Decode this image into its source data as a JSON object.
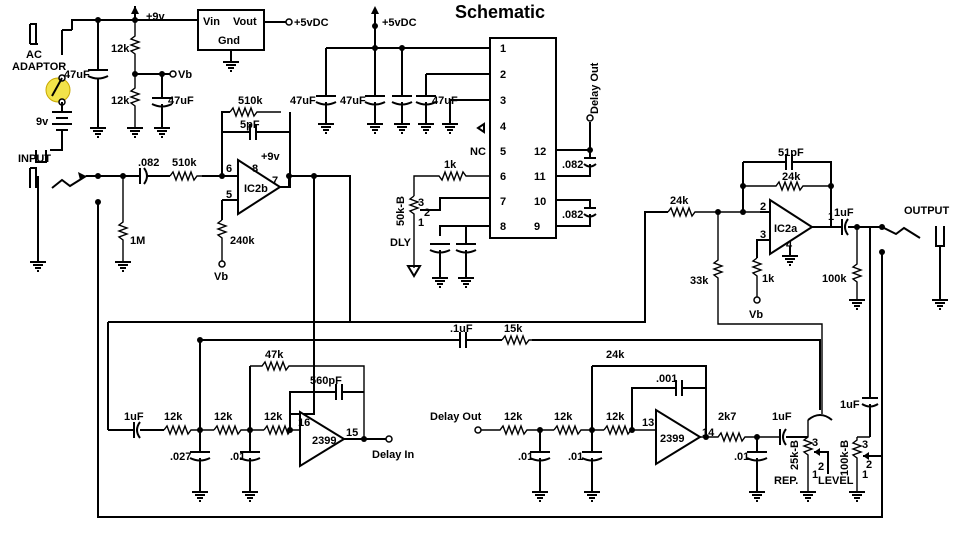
{
  "title": "Schematic",
  "power": {
    "adaptor_label_1": "AC",
    "adaptor_label_2": "ADAPTOR",
    "battery": "9v",
    "rail_9v": "+9v",
    "reg_in": "Vin",
    "reg_out": "Vout",
    "reg_gnd": "Gnd",
    "out_5v": "+5vDC",
    "r_top": "12k",
    "r_bot": "12k",
    "vb": "Vb",
    "c_supply": "47uF",
    "c_vb": "47uF"
  },
  "input_stage": {
    "input_label": "INPUT",
    "c_in": ".082",
    "r_in": "510k",
    "r_bias": "1M",
    "r_fb": "510k",
    "c_fb": "5pF",
    "opamp": "IC2b",
    "pin_inv": "6",
    "pin_noninv": "5",
    "pin_out": "7",
    "pin_vcc": "8",
    "supply": "+9v",
    "r_vb": "240k",
    "vb": "Vb"
  },
  "delay_chip": {
    "supply": "+5vDC",
    "c1": "47uF",
    "c2": "47uF",
    "c3": "47uF",
    "delay_out": "Delay Out",
    "nc": "NC",
    "left_pins": [
      "1",
      "2",
      "3",
      "4",
      "5",
      "6",
      "7",
      "8"
    ],
    "right_pins": [
      "12",
      "11",
      "10",
      "9"
    ],
    "c_12_11": ".082",
    "c_10_9": ".082",
    "r_6": "1k",
    "pot": "50k-B",
    "pot_name": "DLY",
    "pot_pins": [
      "3",
      "2",
      "1"
    ]
  },
  "output_stage": {
    "r_in": "24k",
    "r_fb": "24k",
    "c_fb": "51pF",
    "opamp": "IC2a",
    "pin_inv": "2",
    "pin_noninv": "3",
    "pin_out": "1",
    "pin_gnd": "4",
    "r_shunt": "33k",
    "r_vb": "1k",
    "vb": "Vb",
    "c_out": "1uF",
    "r_out": "100k",
    "output_label": "OUTPUT"
  },
  "feedback": {
    "c": ".1uF",
    "r": "15k",
    "r_top": "24k"
  },
  "filter_in": {
    "c_in": "1uF",
    "r1": "12k",
    "r2": "12k",
    "r3": "12k",
    "r_fb": "47k",
    "c_fb": "560pF",
    "c1": ".027",
    "c2": ".01",
    "chip": "2399",
    "pin_in": "16",
    "pin_out": "15",
    "out_label": "Delay In"
  },
  "filter_out": {
    "in_label": "Delay Out",
    "r1": "12k",
    "r2": "12k",
    "r3": "12k",
    "c_fb": ".001",
    "c1": ".01",
    "c2": ".01",
    "chip": "2399",
    "pin_in": "13",
    "pin_out": "14",
    "r_out": "2k7",
    "c_out": "1uF",
    "c_shunt": ".01",
    "c_level": "1uF",
    "pot_rep": "25k-B",
    "pot_rep_name": "REP.",
    "pot_level": "100k-B",
    "pot_level_name": "LEVEL",
    "pot_pins": [
      "3",
      "2",
      "1"
    ]
  }
}
